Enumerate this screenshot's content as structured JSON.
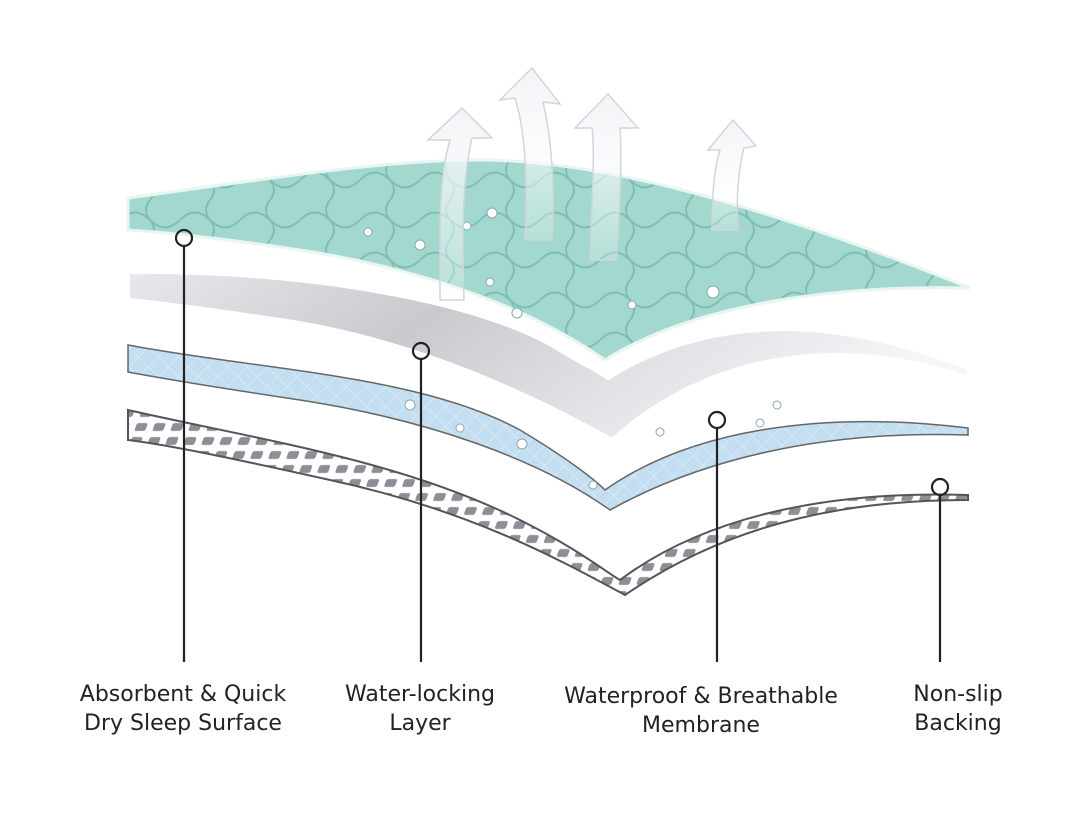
{
  "colors": {
    "surface": "#9fd6cc",
    "water_locking": "#dcdde2",
    "membrane": "#bfdcef",
    "backing": "#9aa0a8",
    "callout": "#222222"
  },
  "layers": [
    {
      "id": "surface",
      "label_line1": "Absorbent & Quick",
      "label_line2": "Dry Sleep Surface"
    },
    {
      "id": "water-locking",
      "label_line1": "Water-locking",
      "label_line2": "Layer"
    },
    {
      "id": "membrane",
      "label_line1": "Waterproof & Breathable",
      "label_line2": "Membrane"
    },
    {
      "id": "backing",
      "label_line1": "Non-slip",
      "label_line2": "Backing"
    }
  ]
}
